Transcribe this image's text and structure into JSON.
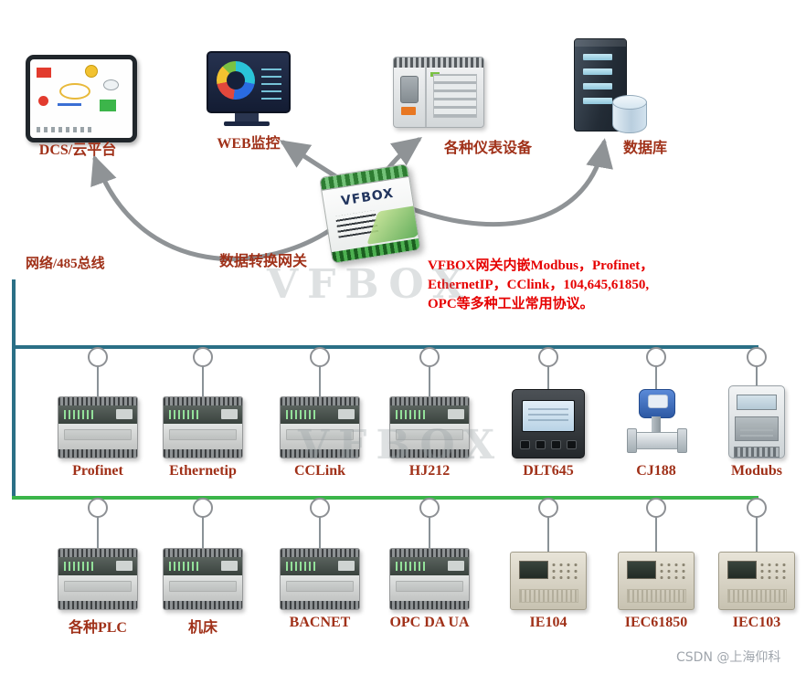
{
  "top_row": {
    "dcs": {
      "label": "DCS/云平台"
    },
    "web": {
      "label": "WEB监控"
    },
    "instruments": {
      "label": "各种仪表设备"
    },
    "database": {
      "label": "数据库"
    }
  },
  "gateway": {
    "label": "数据转换网关",
    "brand": "VFBOX"
  },
  "bus_label": "网络/485总线",
  "description": {
    "line1": "VFBOX网关内嵌Modbus，Profinet，",
    "line2": "EthernetIP，CClink，104,645,61850,",
    "line3": "OPC等多种工业常用协议。"
  },
  "bus1_devices": [
    {
      "label": "Profinet"
    },
    {
      "label": "Ethernetip"
    },
    {
      "label": "CCLink"
    },
    {
      "label": "HJ212"
    },
    {
      "label": "DLT645"
    },
    {
      "label": "CJ188"
    },
    {
      "label": "Modubs"
    }
  ],
  "bus2_devices": [
    {
      "label": "各种PLC"
    },
    {
      "label": "机床"
    },
    {
      "label": "BACNET"
    },
    {
      "label": "OPC DA UA"
    },
    {
      "label": "IE104"
    },
    {
      "label": "IEC61850"
    },
    {
      "label": "IEC103"
    }
  ],
  "watermark": "VFBOX",
  "footer": "CSDN @上海仰科",
  "colors": {
    "label": "#a03119",
    "description": "#e60000",
    "bus1": "#2a6f86",
    "bus2": "#3bb54a",
    "arrow": "#8f9396"
  }
}
